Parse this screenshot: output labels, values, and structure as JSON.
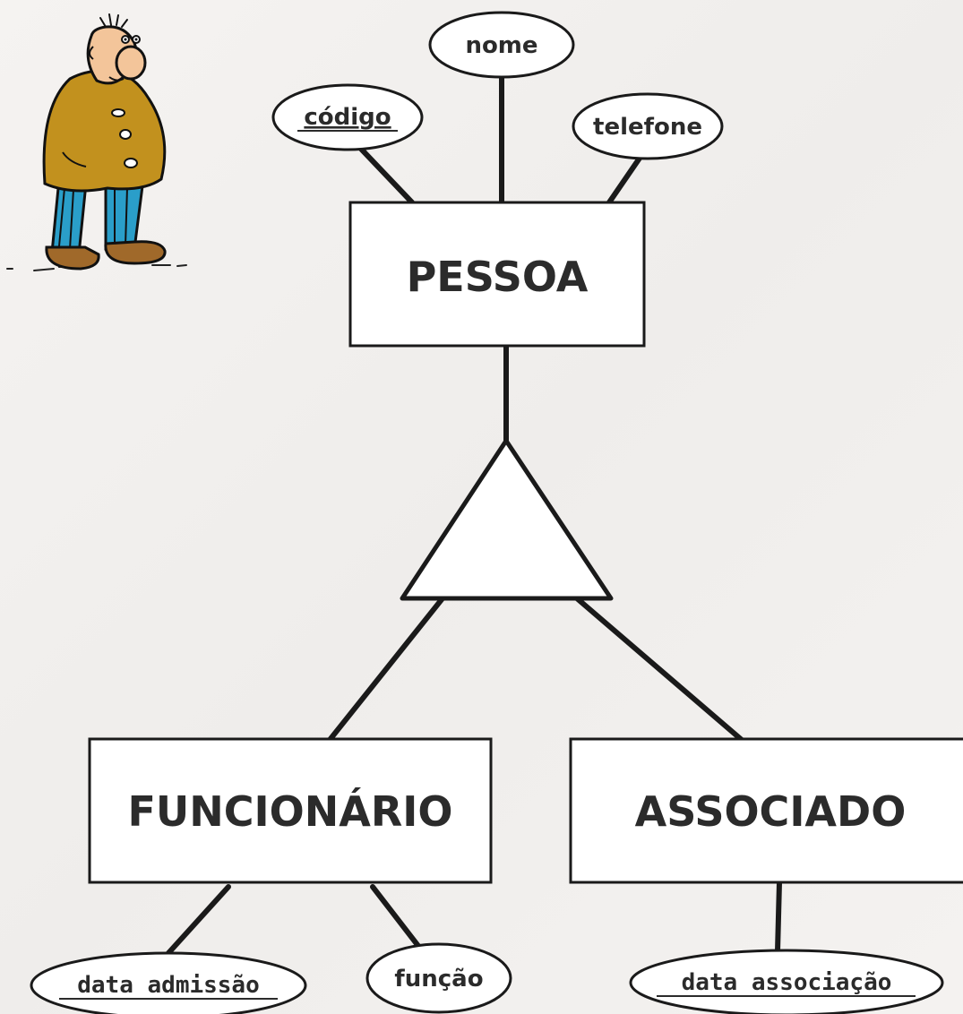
{
  "diagram": {
    "entities": {
      "pessoa": "PESSOA",
      "funcionario": "FUNCIONÁRIO",
      "associado": "ASSOCIADO"
    },
    "attributes": {
      "codigo": "código",
      "nome": "nome",
      "telefone": "telefone",
      "data_admissao": "data admissão",
      "funcao": "função",
      "data_associacao": "data associação"
    },
    "key_attributes": [
      "código",
      "data admissão",
      "data associação"
    ],
    "illustration": "cartoon-man-icon"
  }
}
